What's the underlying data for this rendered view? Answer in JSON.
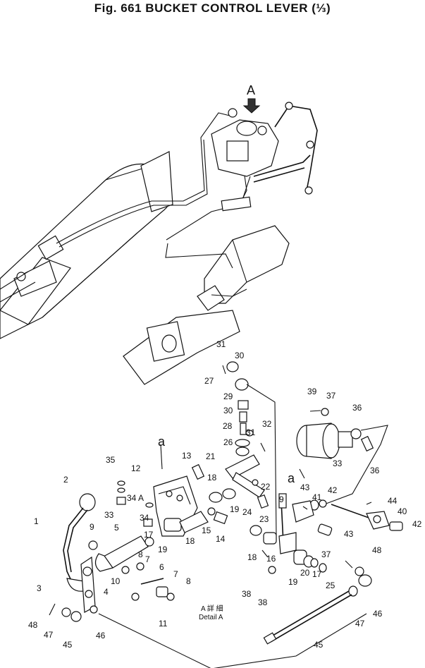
{
  "title": "Fig. 661  BUCKET CONTROL LEVER (⅓)",
  "view_marker": "A",
  "detail_marker": "a",
  "detail_caption": {
    "line1": "A 詳 細",
    "line2": "Detail A"
  },
  "parts": [
    "1",
    "2",
    "3",
    "4",
    "5",
    "6",
    "7",
    "7",
    "8",
    "8",
    "9",
    "9",
    "10",
    "11",
    "12",
    "13",
    "14",
    "15",
    "16",
    "17",
    "17",
    "18",
    "18",
    "18",
    "19",
    "19",
    "19",
    "20",
    "21",
    "22",
    "23",
    "24",
    "25",
    "26",
    "27",
    "28",
    "29",
    "30",
    "30",
    "31",
    "31",
    "32",
    "33",
    "33",
    "34",
    "34 A",
    "35",
    "36",
    "36",
    "37",
    "37",
    "38",
    "38",
    "39",
    "40",
    "41",
    "42",
    "42",
    "43",
    "43",
    "44",
    "45",
    "45",
    "46",
    "46",
    "47",
    "47",
    "48",
    "48"
  ]
}
